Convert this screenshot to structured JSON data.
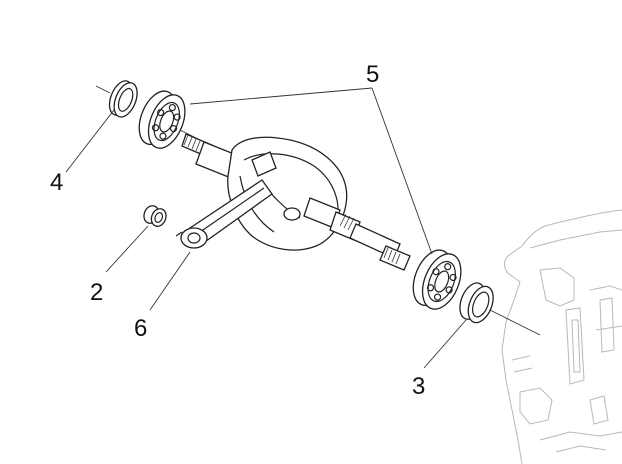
{
  "diagram": {
    "callouts": [
      {
        "id": "c5",
        "label": "5"
      },
      {
        "id": "c4",
        "label": "4"
      },
      {
        "id": "c2",
        "label": "2"
      },
      {
        "id": "c6",
        "label": "6"
      },
      {
        "id": "c3",
        "label": "3"
      }
    ],
    "colors": {
      "line": "#222222",
      "ghost": "#b8b8b8",
      "background": "#ffffff"
    }
  }
}
